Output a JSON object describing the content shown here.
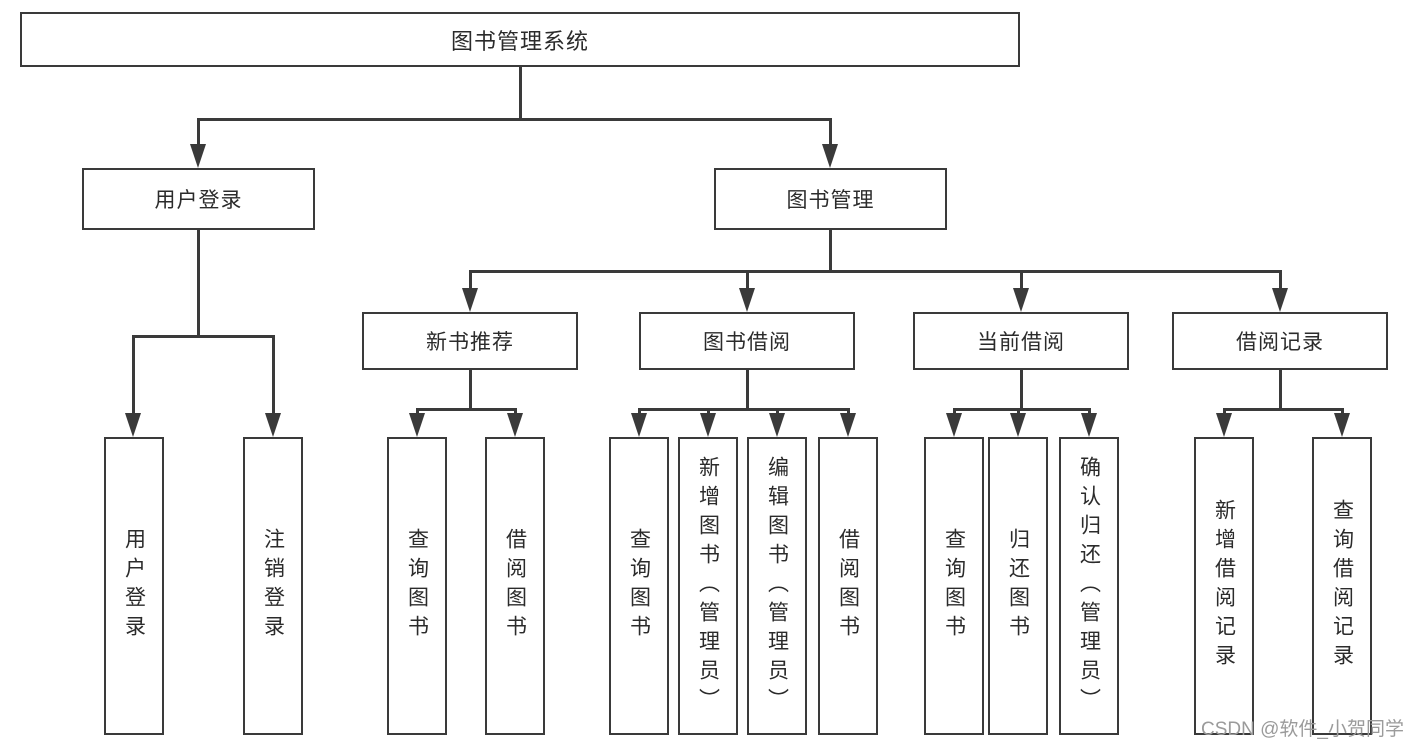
{
  "tree": {
    "label": "图书管理系统",
    "children": [
      {
        "label": "用户登录",
        "children": [
          {
            "label": "用户登录"
          },
          {
            "label": "注销登录"
          }
        ]
      },
      {
        "label": "图书管理",
        "children": [
          {
            "label": "新书推荐",
            "children": [
              {
                "label": "查询图书"
              },
              {
                "label": "借阅图书"
              }
            ]
          },
          {
            "label": "图书借阅",
            "children": [
              {
                "label": "查询图书"
              },
              {
                "label": "新增图书（管理员）"
              },
              {
                "label": "编辑图书（管理员）"
              },
              {
                "label": "借阅图书"
              }
            ]
          },
          {
            "label": "当前借阅",
            "children": [
              {
                "label": "查询图书"
              },
              {
                "label": "归还图书"
              },
              {
                "label": "确认归还（管理员）"
              }
            ]
          },
          {
            "label": "借阅记录",
            "children": [
              {
                "label": "新增借阅记录"
              },
              {
                "label": "查询借阅记录"
              }
            ]
          }
        ]
      }
    ]
  },
  "watermark": {
    "text": "CSDN @软件_小贺同学"
  },
  "colors": {
    "line": "#3a3a3a",
    "text": "#2b2b2b",
    "watermark": "#9b9b9b",
    "background": "#ffffff"
  }
}
